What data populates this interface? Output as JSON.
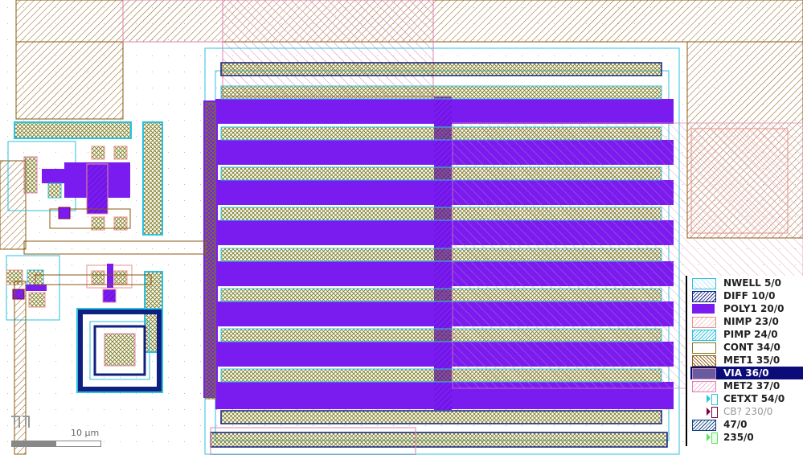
{
  "legend": {
    "layers": [
      {
        "name": "NWELL 5/0",
        "icon": "nwell-swatch",
        "color": "#29c2e0"
      },
      {
        "name": "DIFF 10/0",
        "icon": "diff-swatch",
        "color": "#102080"
      },
      {
        "name": "POLY1 20/0",
        "icon": "poly-swatch",
        "color": "#7a1cf0"
      },
      {
        "name": "NIMP 23/0",
        "icon": "nimp-swatch",
        "color": "#e8908a"
      },
      {
        "name": "PIMP 24/0",
        "icon": "pimp-swatch",
        "color": "#29c2e0"
      },
      {
        "name": "CONT 34/0",
        "icon": "cont-swatch",
        "color": "#7a7a20"
      },
      {
        "name": "MET1 35/0",
        "icon": "met1-swatch",
        "color": "#8a5a10"
      },
      {
        "name": "VIA 36/0",
        "icon": "via-swatch",
        "color": "#c090c0",
        "selected": true
      },
      {
        "name": "MET2 37/0",
        "icon": "met2-swatch",
        "color": "#e080b0"
      },
      {
        "name": "CETXT 54/0",
        "icon": "cetxt-swatch",
        "color": "#29c2e0"
      },
      {
        "name": "CB? 230/0",
        "icon": "cb-swatch",
        "color": "#800040",
        "dim": true
      },
      {
        "name": "47/0",
        "icon": "l47-swatch",
        "color": "#104080"
      },
      {
        "name": "235/0",
        "icon": "l235-swatch",
        "color": "#60e060"
      }
    ]
  },
  "scale": {
    "label": "10 µm"
  }
}
